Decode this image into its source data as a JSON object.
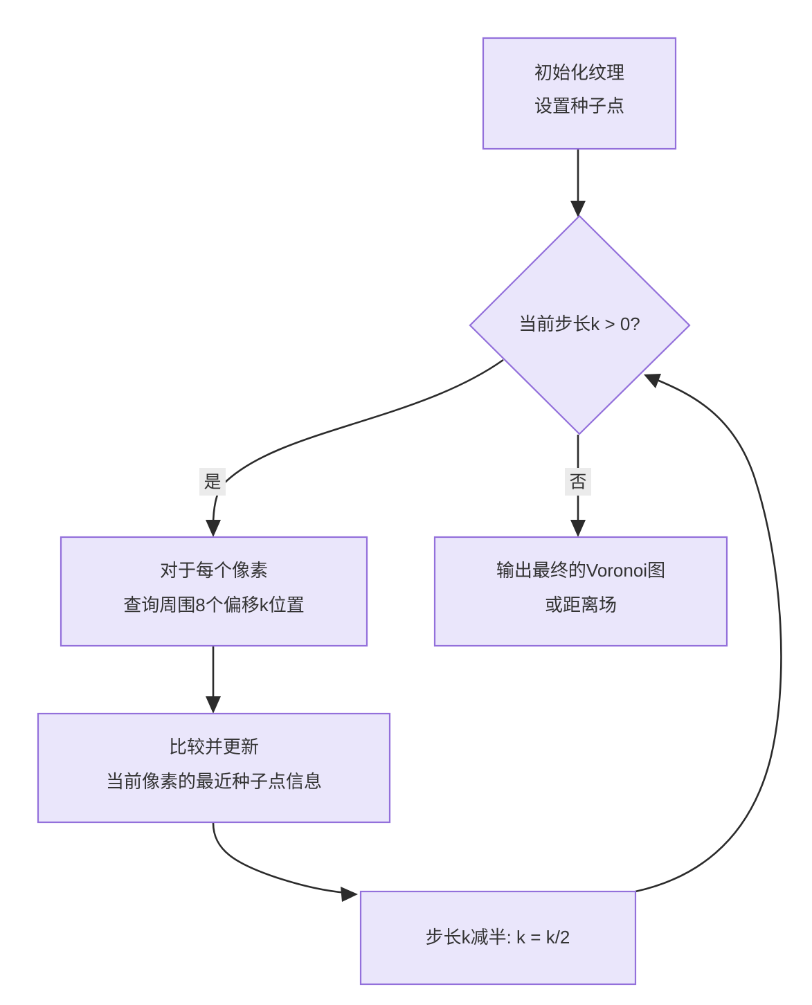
{
  "diagram": {
    "type": "flowchart",
    "direction": "top-down",
    "background_color": "#ffffff",
    "node_fill_color": "#eae6fb",
    "node_border_color": "#9370db",
    "edge_color": "#2b2b2b",
    "text_color": "#333333",
    "edge_label_background": "#ebebeb",
    "nodes": [
      {
        "id": "init",
        "shape": "rectangle",
        "lines": [
          "初始化纹理",
          "设置种子点"
        ],
        "line1": "初始化纹理",
        "line2": "设置种子点"
      },
      {
        "id": "decision",
        "shape": "diamond",
        "lines": [
          "当前步长k > 0?"
        ],
        "line1": "当前步长k > 0?"
      },
      {
        "id": "scan",
        "shape": "rectangle",
        "lines": [
          "对于每个像素",
          "查询周围8个偏移k位置"
        ],
        "line1": "对于每个像素",
        "line2": "查询周围8个偏移k位置"
      },
      {
        "id": "output",
        "shape": "rectangle",
        "lines": [
          "输出最终的Voronoi图",
          "或距离场"
        ],
        "line1": "输出最终的Voronoi图",
        "line2": "或距离场"
      },
      {
        "id": "update",
        "shape": "rectangle",
        "lines": [
          "比较并更新",
          "当前像素的最近种子点信息"
        ],
        "line1": "比较并更新",
        "line2": "当前像素的最近种子点信息"
      },
      {
        "id": "halve",
        "shape": "rectangle",
        "lines": [
          "步长k减半: k = k/2"
        ],
        "line1": "步长k减半: k = k/2"
      }
    ],
    "edges": [
      {
        "id": "e1",
        "from": "init",
        "to": "decision",
        "label": ""
      },
      {
        "id": "e2",
        "from": "decision",
        "to": "scan",
        "label": "是"
      },
      {
        "id": "e3",
        "from": "decision",
        "to": "output",
        "label": "否"
      },
      {
        "id": "e4",
        "from": "scan",
        "to": "update",
        "label": ""
      },
      {
        "id": "e5",
        "from": "update",
        "to": "halve",
        "label": ""
      },
      {
        "id": "e6",
        "from": "halve",
        "to": "decision",
        "label": ""
      }
    ]
  }
}
